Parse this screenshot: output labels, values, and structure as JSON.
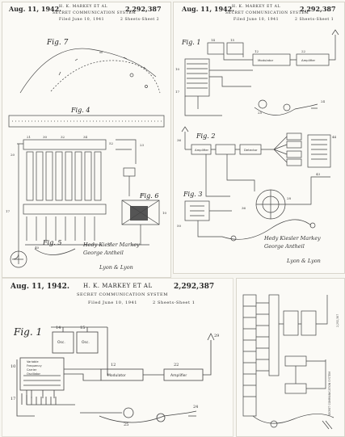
{
  "sheets": [
    {
      "date": "Aug. 11, 1942.",
      "inventors": "H. K. MARKEY ET AL",
      "patent_no": "2,292,387",
      "title": "SECRET COMMUNICATION SYSTEM",
      "filed": "Filed June 10, 1941",
      "sheets_note": "2 Sheets-Sheet 2",
      "figs": [
        "Fig. 7",
        "Fig. 4",
        "Fig. 6",
        "Fig. 5"
      ],
      "signature": [
        "Hedy Kiesler Markey",
        "George Antheil"
      ],
      "attorney": "Lyon & Lyon"
    },
    {
      "date": "Aug. 11, 1942.",
      "inventors": "H. K. MARKEY ET AL",
      "patent_no": "2,292,387",
      "title": "SECRET COMMUNICATION SYSTEM",
      "filed": "Filed June 10, 1941",
      "sheets_note": "2 Sheets-Sheet 1",
      "figs": [
        "Fig. 1",
        "Fig. 2",
        "Fig. 3"
      ],
      "blocks": [
        "Modulator",
        "Amplifier",
        "Amplifier",
        "Detector"
      ],
      "signature": [
        "Hedy Kiesler Markey",
        "George Antheil"
      ],
      "attorney": "Lyon & Lyon"
    },
    {
      "date": "Aug. 11, 1942.",
      "inventors": "H. K. MARKEY ET AL",
      "patent_no": "2,292,387",
      "title": "SECRET COMMUNICATION SYSTEM",
      "filed": "Filed June 10, 1941",
      "sheets_note": "2 Sheets-Sheet 1",
      "figs": [
        "Fig. 1"
      ],
      "blocks": [
        "Osc.",
        "Osc.",
        "Modulator",
        "Amplifier"
      ],
      "left_block": [
        "Variable",
        "Frequency",
        "Carrier",
        "Oscillator"
      ]
    }
  ]
}
